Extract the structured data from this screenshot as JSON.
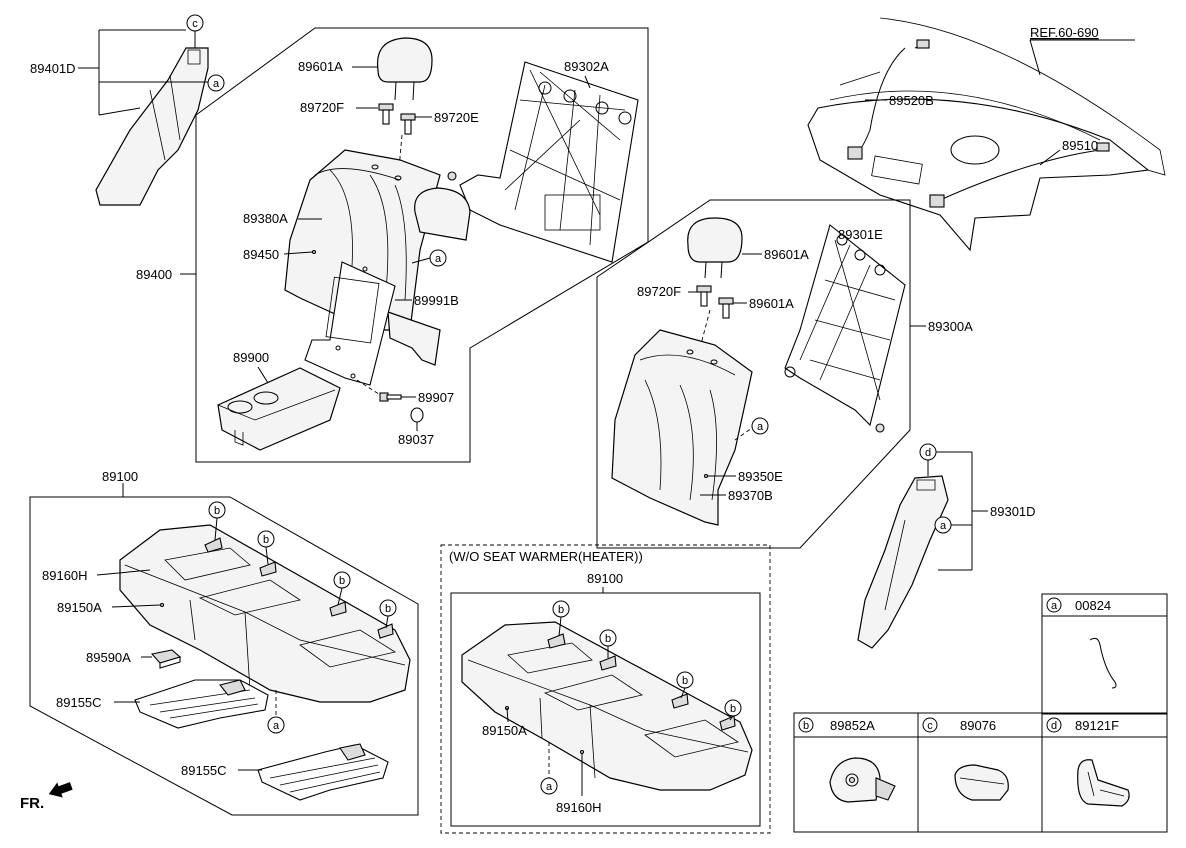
{
  "labels": {
    "p89401D": "89401D",
    "p89601A_1": "89601A",
    "p89720F_1": "89720F",
    "p89720E": "89720E",
    "p89302A": "89302A",
    "p89380A": "89380A",
    "p89450": "89450",
    "p89400": "89400",
    "p89991B": "89991B",
    "p89900": "89900",
    "p89907": "89907",
    "p89037": "89037",
    "pREF": "REF.60-690",
    "p89520B": "89520B",
    "p89510": "89510",
    "p89601A_2": "89601A",
    "p89301E": "89301E",
    "p89720F_2": "89720F",
    "p89601A_3": "89601A",
    "p89300A": "89300A",
    "p89350E": "89350E",
    "p89370B": "89370B",
    "p89301D": "89301D",
    "p89100_1": "89100",
    "p89160H_1": "89160H",
    "p89150A_1": "89150A",
    "p89590A": "89590A",
    "p89155C_1": "89155C",
    "p89155C_2": "89155C",
    "wo_title": "(W/O SEAT WARMER(HEATER))",
    "p89100_2": "89100",
    "p89150A_2": "89150A",
    "p89160H_2": "89160H",
    "fr": "FR."
  },
  "markers": {
    "a": "a",
    "b": "b",
    "c": "c",
    "d": "d"
  },
  "legend": [
    {
      "key": "a",
      "part": "00824"
    },
    {
      "key": "b",
      "part": "89852A"
    },
    {
      "key": "c",
      "part": "89076"
    },
    {
      "key": "d",
      "part": "89121F"
    }
  ]
}
